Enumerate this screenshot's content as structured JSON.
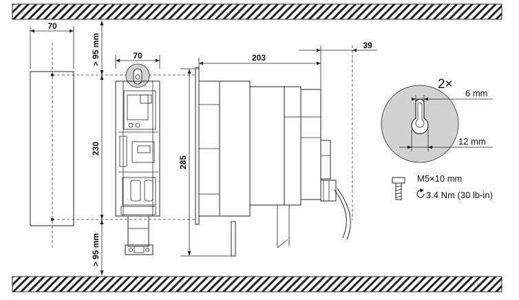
{
  "dimensions": {
    "back_plate_width": "70",
    "top_clearance": "> 95 mm",
    "bottom_clearance": "> 95 mm",
    "hole_spacing": "230",
    "device_front_width": "70",
    "device_height": "285",
    "device_depth": "203",
    "terminal_depth": "39"
  },
  "detail": {
    "multiplier": "2×",
    "slot_width": "6 mm",
    "hole_width": "12 mm"
  },
  "screw": {
    "size": "M5×10 mm",
    "torque": "3.4 Nm (30 lb-in)"
  },
  "colors": {
    "detail_fill": "#d2d2d2",
    "hatch": "#222222"
  }
}
